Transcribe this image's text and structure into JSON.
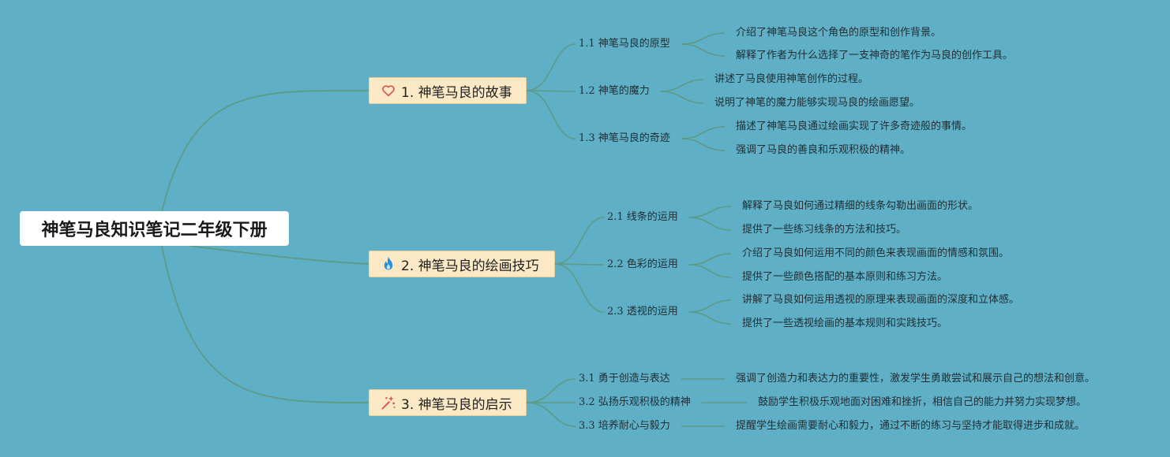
{
  "root": {
    "title": "神笔马良知识笔记二年级下册"
  },
  "branches": [
    {
      "label": "1. 神笔马良的故事",
      "icon": "heart-icon",
      "subs": [
        {
          "label": "1.1 神笔马良的原型",
          "leaves": [
            "介绍了神笔马良这个角色的原型和创作背景。",
            "解释了作者为什么选择了一支神奇的笔作为马良的创作工具。"
          ]
        },
        {
          "label": "1.2 神笔的魔力",
          "leaves": [
            "讲述了马良使用神笔创作的过程。",
            "说明了神笔的魔力能够实现马良的绘画愿望。"
          ]
        },
        {
          "label": "1.3 神笔马良的奇迹",
          "leaves": [
            "描述了神笔马良通过绘画实现了许多奇迹般的事情。",
            "强调了马良的善良和乐观积极的精神。"
          ]
        }
      ]
    },
    {
      "label": "2. 神笔马良的绘画技巧",
      "icon": "fire-icon",
      "subs": [
        {
          "label": "2.1 线条的运用",
          "leaves": [
            "解释了马良如何通过精细的线条勾勒出画面的形状。",
            "提供了一些练习线条的方法和技巧。"
          ]
        },
        {
          "label": "2.2 色彩的运用",
          "leaves": [
            "介绍了马良如何运用不同的颜色来表现画面的情感和氛围。",
            "提供了一些颜色搭配的基本原则和练习方法。"
          ]
        },
        {
          "label": "2.3 透视的运用",
          "leaves": [
            "讲解了马良如何运用透视的原理来表现画面的深度和立体感。",
            "提供了一些透视绘画的基本规则和实践技巧。"
          ]
        }
      ]
    },
    {
      "label": "3. 神笔马良的启示",
      "icon": "sparkle-icon",
      "subs": [
        {
          "label": "3.1 勇于创造与表达",
          "leaves": [
            "强调了创造力和表达力的重要性，激发学生勇敢尝试和展示自己的想法和创意。"
          ]
        },
        {
          "label": "3.2 弘扬乐观积极的精神",
          "leaves": [
            "鼓励学生积极乐观地面对困难和挫折，相信自己的能力并努力实现梦想。"
          ]
        },
        {
          "label": "3.3 培养耐心与毅力",
          "leaves": [
            "提醒学生绘画需要耐心和毅力，通过不断的练习与坚持才能取得进步和成就。"
          ]
        }
      ]
    }
  ],
  "colors": {
    "background": "#5fb0c6",
    "line": "#5e9a86",
    "branch_fill": "#fbe9c6",
    "root_fill": "#ffffff",
    "heart": "#d9534f",
    "fire": "#2a8fd6",
    "sparkle": "#e0455c"
  }
}
